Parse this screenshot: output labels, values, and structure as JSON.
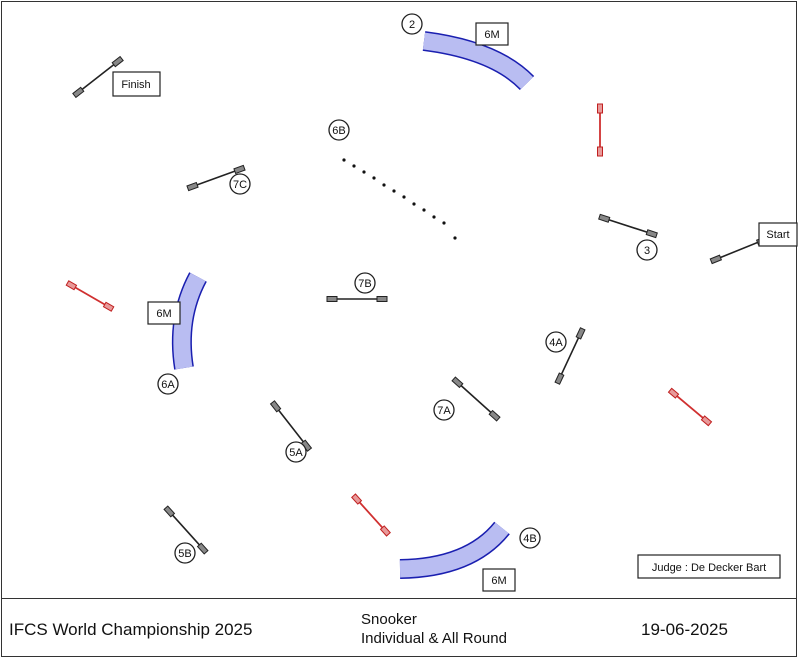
{
  "footer": {
    "event": "IFCS World Championship 2025",
    "discipline_line1": "Snooker",
    "discipline_line2": "Individual & All Round",
    "date": "19-06-2025"
  },
  "judge": "Judge : De Decker Bart",
  "labels": {
    "start": "Start",
    "finish": "Finish",
    "tunnel_top": "6M",
    "tunnel_left": "6M",
    "tunnel_bottom": "6M"
  },
  "obstacle_numbers": {
    "n2": "2",
    "n3": "3",
    "n4a": "4A",
    "n4b": "4B",
    "n5a": "5A",
    "n5b": "5B",
    "n6a": "6A",
    "n6b": "6B",
    "n7a": "7A",
    "n7b": "7B",
    "n7c": "7C"
  },
  "colors": {
    "black_jump": "#222222",
    "red_jump": "#d03030",
    "tunnel_fill": "#b9bdf2",
    "tunnel_stroke": "#1a1fb0"
  }
}
